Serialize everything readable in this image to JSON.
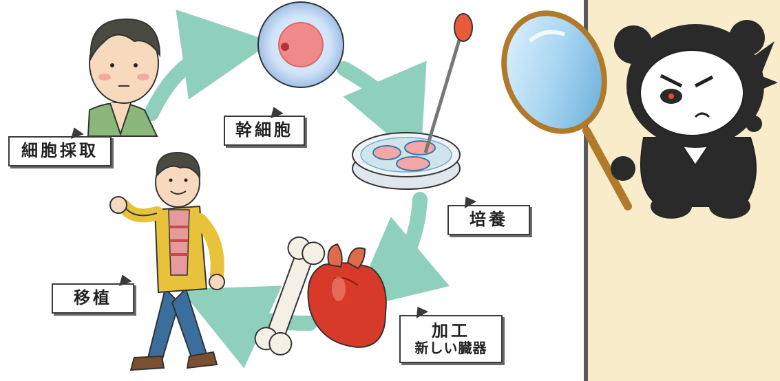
{
  "labels": {
    "cell_collection": "細胞採取",
    "stem_cell": "幹細胞",
    "culture": "培養",
    "processing_line1": "加工",
    "processing_line2": "新しい臓器",
    "transplant": "移植"
  },
  "colors": {
    "arrow": "#8fd0bd",
    "panel": "#f8eccb",
    "skin": "#f7d9bd",
    "hair": "#4a4a40",
    "green_shirt": "#8ab87a",
    "yellow_jacket": "#e8c23a",
    "jeans": "#3a6e9c",
    "heart": "#d83a2a",
    "bone": "#f4f0e6"
  },
  "icons": [
    "man-face-icon",
    "stem-cell-icon",
    "petri-dish-icon",
    "heart-organ-icon",
    "bone-icon",
    "walking-man-icon",
    "magnifying-glass-icon",
    "panda-detective-icon"
  ]
}
